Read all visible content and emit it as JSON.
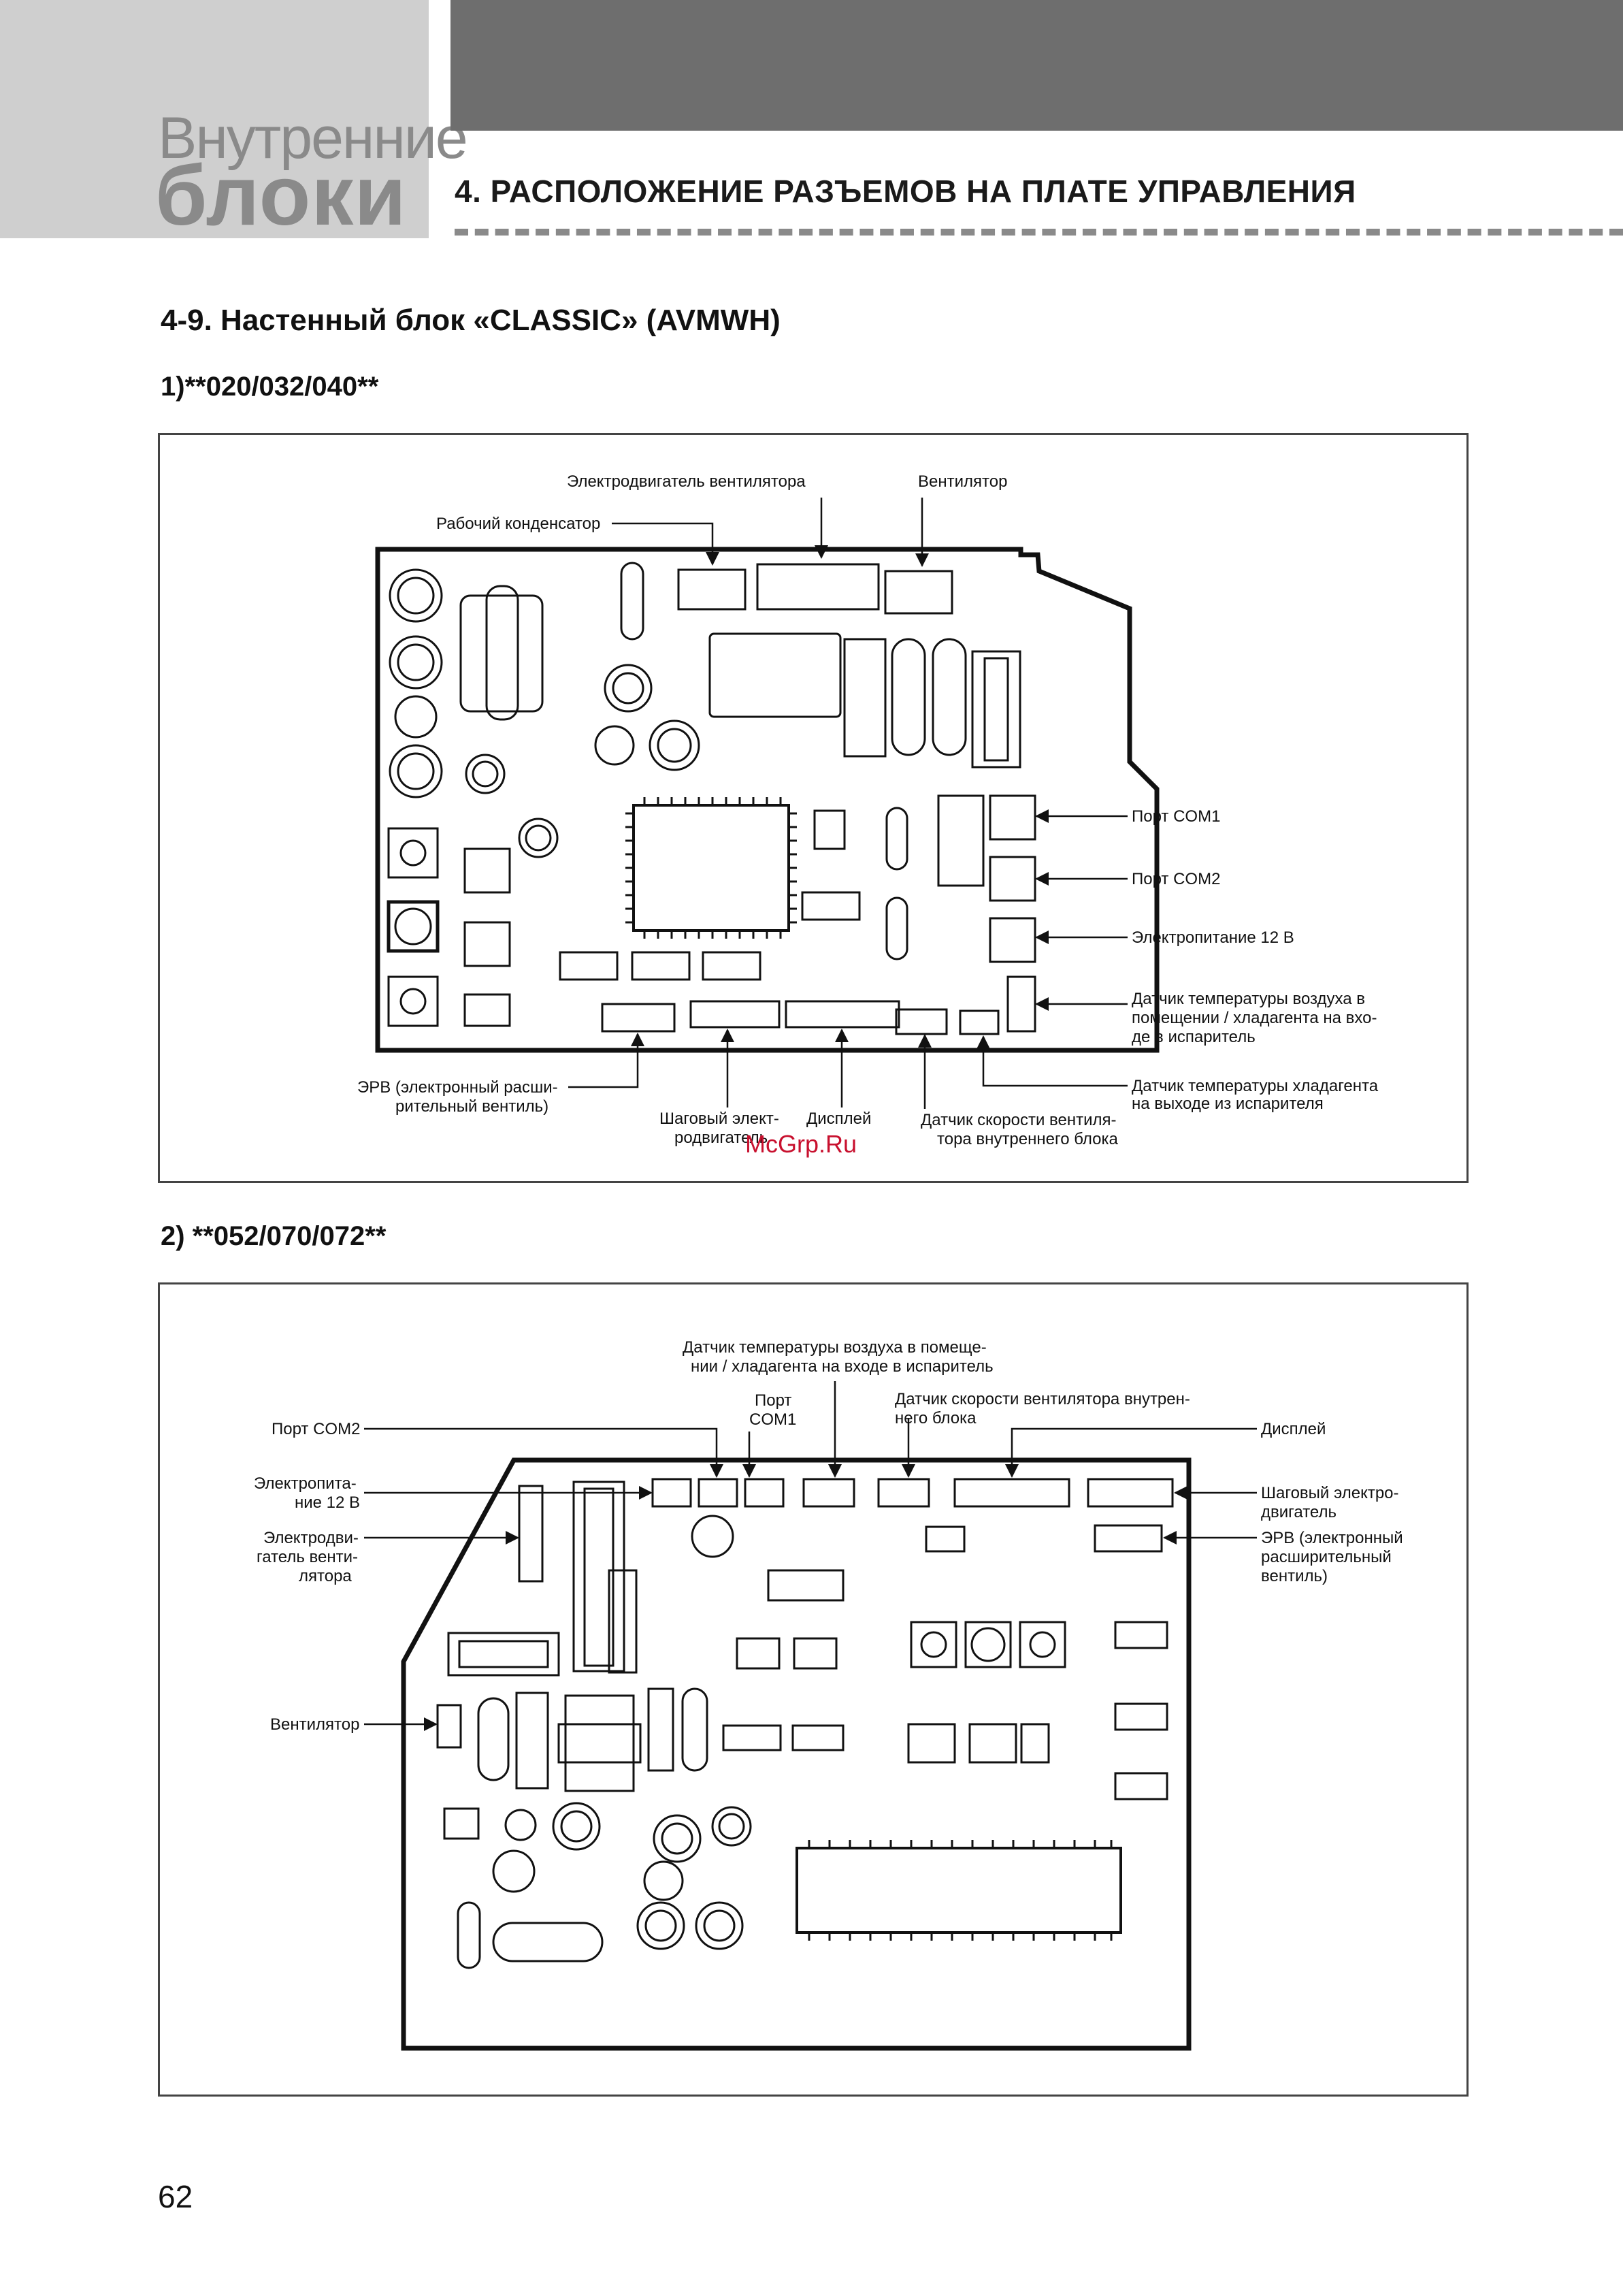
{
  "header": {
    "section_word_1": "Внутренние",
    "section_word_2": "блоки",
    "chapter_title": "4. РАСПОЛОЖЕНИЕ РАЗЪЕМОВ НА ПЛАТЕ УПРАВЛЕНИЯ"
  },
  "section": {
    "title": "4-9. Настенный блок «CLASSIC» (AVMWH)"
  },
  "diagram1": {
    "subtitle": "1)**020/032/040**",
    "labels": {
      "fan_motor": "Электродвигатель вентилятора",
      "fan": "Вентилятор",
      "run_capacitor": "Рабочий конденсатор",
      "com1": "Порт COM1",
      "com2": "Порт COM2",
      "power12": "Электропитание 12 В",
      "air_temp_1": "Датчик температуры воздуха в",
      "air_temp_2": "помещении / хладагента на вхо-",
      "air_temp_3": "де в испаритель",
      "out_temp_1": "Датчик температуры хладагента",
      "out_temp_2": "на выходе из испарителя",
      "eev_1": "ЭРВ (электронный расши-",
      "eev_2": "рительный вентиль)",
      "stepper_1": "Шаговый элект-",
      "stepper_2": "родвигатель",
      "display": "Дисплей",
      "fan_speed_1": "Датчик скорости вентиля-",
      "fan_speed_2": "тора внутреннего блока"
    }
  },
  "diagram2": {
    "subtitle": "2) **052/070/072**",
    "labels": {
      "air_temp_1": "Датчик температуры воздуха в помеще-",
      "air_temp_2": "нии / хладагента на входе в испаритель",
      "com1_1": "Порт",
      "com1_2": "COM1",
      "fan_speed_1": "Датчик скорости вентилятора внутрен-",
      "fan_speed_2": "него блока",
      "com2": "Порт COM2",
      "display": "Дисплей",
      "power_1": "Электропита-",
      "power_2": "ние 12 В",
      "stepper_1": "Шаговый электро-",
      "stepper_2": "двигатель",
      "fan_motor_1": "Электродви-",
      "fan_motor_2": "гатель венти-",
      "fan_motor_3": "лятора",
      "eev_1": "ЭРВ (электронный",
      "eev_2": "расширительный",
      "eev_3": "вентиль)",
      "fan": "Вентилятор"
    }
  },
  "watermark": "McGrp.Ru",
  "page_number": "62"
}
